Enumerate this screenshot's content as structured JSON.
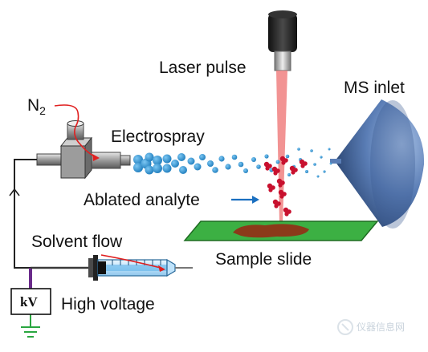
{
  "labels": {
    "laser_pulse": "Laser pulse",
    "ms_inlet": "MS inlet",
    "n2_base": "N",
    "n2_sub": "2",
    "electrospray": "Electrospray",
    "ablated_analyte": "Ablated analyte",
    "sample_slide": "Sample slide",
    "solvent_flow": "Solvent flow",
    "high_voltage": "High voltage",
    "kv": "kV"
  },
  "watermark": "仪器信息网",
  "colors": {
    "droplet": "#2a8fd0",
    "analyte": "#c8102e",
    "laser_beam": "#f08080",
    "slide": "#3cb043",
    "sample_spot": "#8b3a1a",
    "ms_cone": "#5a7db5",
    "arrow": "#1a6fc0"
  }
}
